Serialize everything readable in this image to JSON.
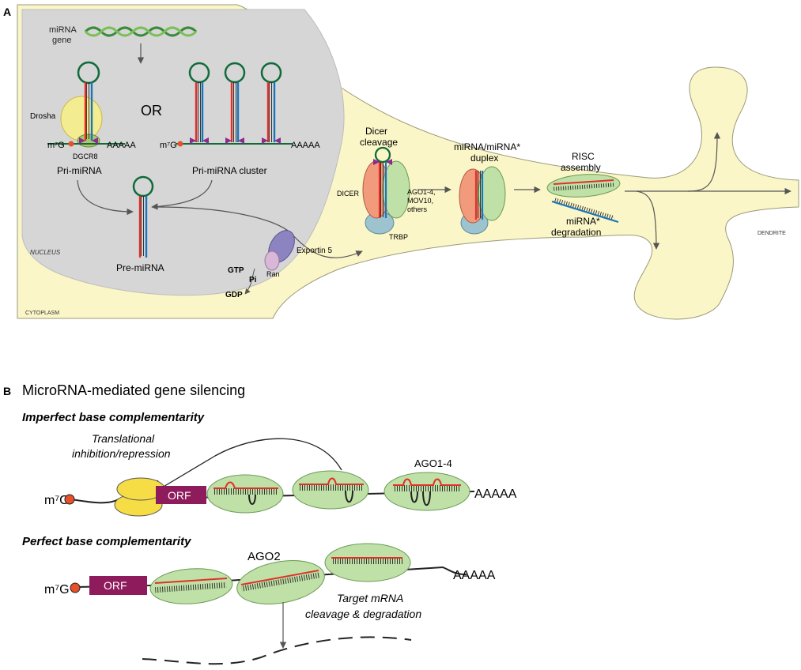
{
  "panelA": {
    "letter": "A",
    "nucleus_label": "NUCLEUS",
    "cytoplasm_label": "CYTOPLASM",
    "dendrite_label": "DENDRITE",
    "mirna_gene": [
      "miRNA",
      "gene"
    ],
    "or": "OR",
    "drosha": "Drosha",
    "dgcr8": "DGCR8",
    "m7g": "m⁷G",
    "polyA": "AAAAA",
    "pri_mirna": "Pri-miRNA",
    "pri_mirna_cluster": "Pri-miRNA cluster",
    "pre_mirna": "Pre-miRNA",
    "exportin": "Exportin 5",
    "gtp": "GTP",
    "pi": "Pi",
    "gdp": "GDP",
    "ran": "Ran",
    "dicer_cleavage": [
      "Dicer",
      "cleavage"
    ],
    "dicer": "DICER",
    "ago_lines": [
      "AGO1-4,",
      "MOV10,",
      "others"
    ],
    "trbp": "TRBP",
    "duplex": [
      "miRNA/miRNA*",
      "duplex"
    ],
    "risc": [
      "RISC",
      "assembly"
    ],
    "degradation": [
      "miRNA*",
      "degradation"
    ]
  },
  "panelB": {
    "letter": "B",
    "title": "MicroRNA-mediated gene silencing",
    "imperfect": "Imperfect base complementarity",
    "translational": [
      "Translational",
      "inhibition/repression"
    ],
    "m7g": "m⁷G",
    "orf": "ORF",
    "ago14": "AGO1-4",
    "polyA": "AAAAA",
    "perfect": "Perfect base complementarity",
    "ago2": "AGO2",
    "target": [
      "Target mRNA",
      "cleavage & degradation"
    ]
  },
  "colors": {
    "cytoplasm": "#fbf6c8",
    "nucleus": "#d6d6d6",
    "ago_green": "#bfe0a6",
    "dicer_orange": "#f29a7c",
    "trbp_blue": "#9dc3cf",
    "exportin_purple": "#8b84c0",
    "ran_pink": "#d9b7d9",
    "drosha_yellow": "#f3ec90",
    "orf_magenta": "#8e1b5c",
    "cap_red": "#e8502a",
    "rna_red": "#e0312a",
    "rna_blue": "#1b75bc",
    "loop_green": "#0f6b3a"
  }
}
